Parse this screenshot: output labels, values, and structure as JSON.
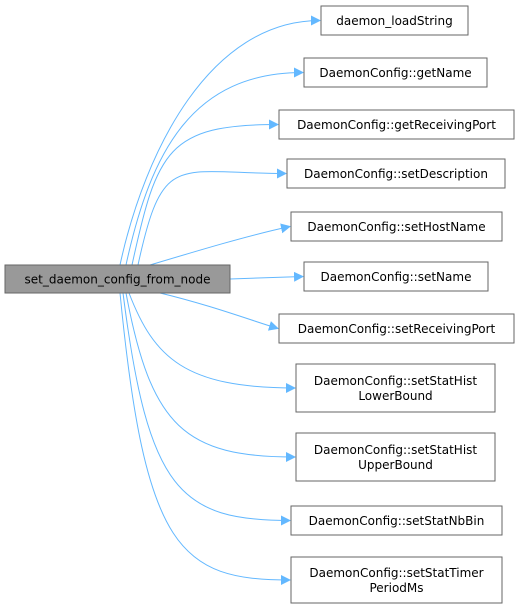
{
  "source": {
    "label": "set_daemon_config_from_node"
  },
  "targets": [
    {
      "lines": [
        "daemon_loadString"
      ]
    },
    {
      "lines": [
        "DaemonConfig::getName"
      ]
    },
    {
      "lines": [
        "DaemonConfig::getReceivingPort"
      ]
    },
    {
      "lines": [
        "DaemonConfig::setDescription"
      ]
    },
    {
      "lines": [
        "DaemonConfig::setHostName"
      ]
    },
    {
      "lines": [
        "DaemonConfig::setName"
      ]
    },
    {
      "lines": [
        "DaemonConfig::setReceivingPort"
      ]
    },
    {
      "lines": [
        "DaemonConfig::setStatHist",
        "LowerBound"
      ]
    },
    {
      "lines": [
        "DaemonConfig::setStatHist",
        "UpperBound"
      ]
    },
    {
      "lines": [
        "DaemonConfig::setStatNbBin"
      ]
    },
    {
      "lines": [
        "DaemonConfig::setStatTimer",
        "PeriodMs"
      ]
    }
  ],
  "colors": {
    "source_fill": "#999999",
    "node_fill": "#ffffff",
    "node_border": "#666666",
    "edge": "#63b8ff",
    "text": "#000000"
  }
}
